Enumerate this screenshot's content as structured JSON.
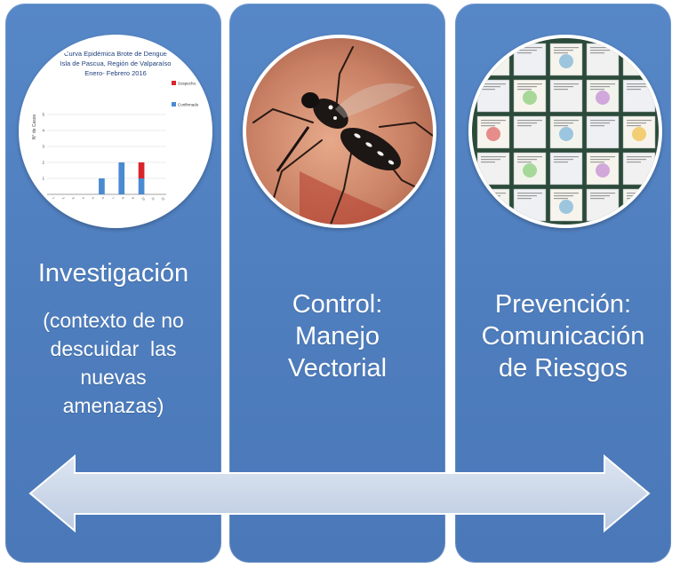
{
  "panels": [
    {
      "title": "Investigación",
      "subtitle_lines": [
        "(contexto de no",
        "descuidar  las",
        "nuevas",
        "amenazas)"
      ]
    },
    {
      "title_lines": [
        "Control:",
        "Manejo",
        "Vectorial"
      ]
    },
    {
      "title_lines": [
        "Prevención:",
        "Comunicación",
        "de Riesgos"
      ]
    }
  ],
  "mini_chart": {
    "title_lines": [
      "Curva Epidémica Brote de Dengue",
      "Isla de Pascua, Región de Valparaíso",
      "Enero- Febrero 2016"
    ],
    "ylabel": "N° de Casos",
    "yticks": [
      "0",
      "1",
      "2",
      "3",
      "4",
      "5"
    ],
    "legend": [
      "Sospechoso",
      "Confirmado"
    ],
    "colors": {
      "confirmed": "#4a8ad2",
      "suspected": "#d9252a"
    }
  },
  "chart_data": {
    "type": "bar",
    "title": "Curva Epidémica Brote de Dengue Isla de Pascua, Región de Valparaíso Enero- Febrero 2016",
    "ylabel": "N° de Casos",
    "ylim": [
      0,
      5
    ],
    "categories": [
      "1",
      "2",
      "3",
      "4",
      "5",
      "6",
      "7",
      "8",
      "9",
      "10",
      "11",
      "12"
    ],
    "series": [
      {
        "name": "Confirmado",
        "values": [
          0,
          0,
          0,
          0,
          0,
          1,
          0,
          2,
          0,
          1,
          0,
          0
        ]
      },
      {
        "name": "Sospechoso",
        "values": [
          0,
          0,
          0,
          0,
          0,
          0,
          0,
          0,
          0,
          1,
          0,
          0
        ]
      }
    ],
    "legend_position": "right"
  },
  "colors": {
    "panel": "#4f7fbf",
    "arrow_fill": "#c9d5e8",
    "text": "#ffffff"
  }
}
